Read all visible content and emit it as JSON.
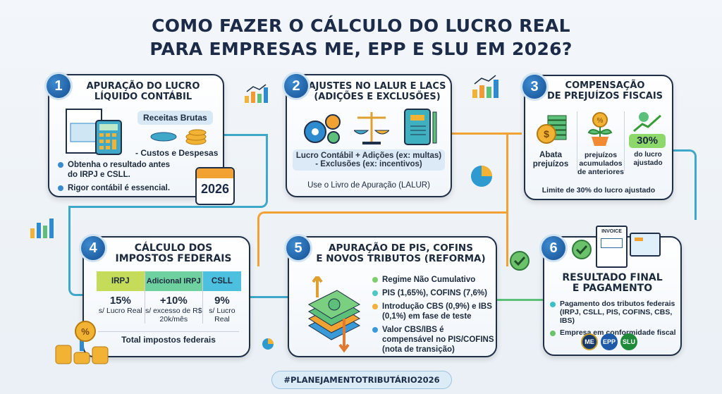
{
  "title": {
    "line1": "COMO FAZER O CÁLCULO DO LUCRO REAL",
    "line2": "PARA EMPRESAS ME, EPP E SLU EM 2026?"
  },
  "steps": [
    {
      "number": "1",
      "title_l1": "APURAÇÃO DO LUCRO",
      "title_l2": "LÍQUIDO CONTÁBIL",
      "revenue": "Receitas Brutas",
      "costs": "- Custos e Despesas",
      "bullets": [
        "Obtenha o resultado antes do IRPJ e CSLL.",
        "Rigor contábil é essencial."
      ],
      "calendar_year": "2026"
    },
    {
      "number": "2",
      "title_l1": "AJUSTES NO LALUR E LACS",
      "title_l2": "(ADIÇÕES E EXCLUSÕES)",
      "formula_l1": "Lucro Contábil + Adições (ex: multas)",
      "formula_l2": "- Exclusões (ex: incentivos)",
      "note": "Use o Livro de Apuração (LALUR)"
    },
    {
      "number": "3",
      "title_l1": "COMPENSAÇÃO",
      "title_l2": "DE PREJUÍZOS FISCAIS",
      "col1": "Abata prejuízos",
      "col2": "prejuízos acumulados de anteriores",
      "badge": "30%",
      "col3": "do lucro ajustado",
      "note": "Limite de 30% do lucro ajustado"
    },
    {
      "number": "4",
      "title_l1": "CÁLCULO DOS",
      "title_l2": "IMPOSTOS FEDERAIS",
      "table": [
        {
          "header": "IRPJ",
          "rate": "15%",
          "desc": "s/ Lucro Real",
          "color": "#c5dc5a"
        },
        {
          "header": "Adicional IRPJ",
          "rate": "+10%",
          "desc": "s/ excesso de R$ 20k/mês",
          "color": "#6fd0a0"
        },
        {
          "header": "CSLL",
          "rate": "9%",
          "desc": "s/ Lucro Real",
          "color": "#4cc0de"
        }
      ],
      "total": "Total impostos federais"
    },
    {
      "number": "5",
      "title_l1": "APURAÇÃO DE PIS, COFINS",
      "title_l2": "E NOVOS TRIBUTOS (REFORMA)",
      "bullets": [
        {
          "text": "Regime Não Cumulativo",
          "color": "#7ccf6a"
        },
        {
          "text": "PIS (1,65%), COFINS (7,6%)",
          "color": "#4cc8c0"
        },
        {
          "text": "Introdução CBS (0,9%) e IBS (0,1%) em fase de teste",
          "color": "#f4b03a"
        },
        {
          "text": "Valor CBS/IBS é compensável no PIS/COFINS (nota de transição)",
          "color": "#3a9ad8"
        }
      ]
    },
    {
      "number": "6",
      "invoice": "INVOICE",
      "title_l1": "RESULTADO FINAL",
      "title_l2": "E PAGAMENTO",
      "bullets": [
        {
          "text": "Pagamento dos tributos federais (IRPJ, CSLL, PIS, COFINS, CBS, IBS)",
          "color": "#3cc0c8"
        },
        {
          "text": "Empresa em conformidade fiscal",
          "color": "#6cc26a"
        }
      ],
      "badges": [
        {
          "label": "ME",
          "color": "#173a6a"
        },
        {
          "label": "EPP",
          "color": "#1f5aa8"
        },
        {
          "label": "SLU",
          "color": "#1e8a3a"
        }
      ]
    }
  ],
  "footer": "#PLANEJAMENTOTRIBUTÁRIO2026"
}
